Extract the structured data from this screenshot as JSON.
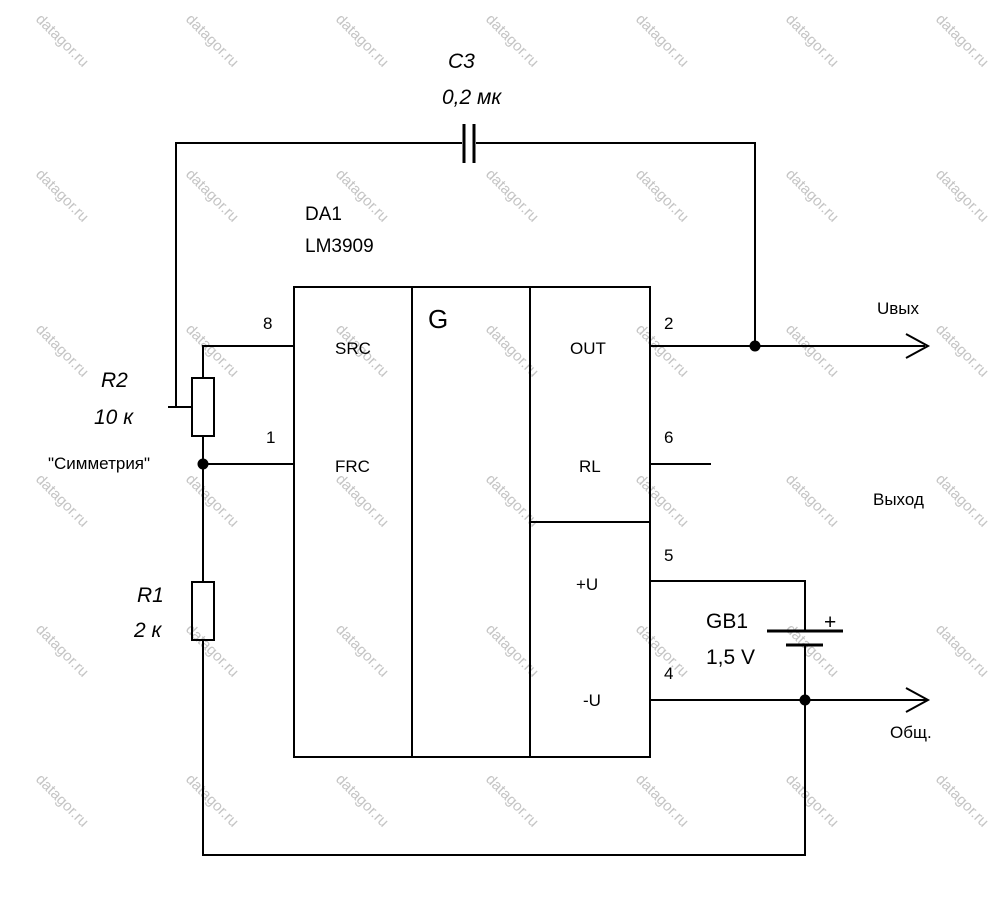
{
  "watermark": {
    "text": "datagor.ru",
    "color": "#c4c4c4"
  },
  "ic": {
    "ref": "DA1",
    "part": "LM3909",
    "center_label": "G",
    "pins": {
      "src": {
        "num": "8",
        "name": "SRC"
      },
      "frc": {
        "num": "1",
        "name": "FRC"
      },
      "out": {
        "num": "2",
        "name": "OUT"
      },
      "rl": {
        "num": "6",
        "name": "RL"
      },
      "vpos": {
        "num": "5",
        "name": "+U"
      },
      "vneg": {
        "num": "4",
        "name": "-U"
      }
    }
  },
  "components": {
    "c3": {
      "ref": "C3",
      "value": "0,2 мк"
    },
    "r2": {
      "ref": "R2",
      "value": "10 к",
      "note": "\"Симметрия\""
    },
    "r1": {
      "ref": "R1",
      "value": "2 к"
    },
    "gb1": {
      "ref": "GB1",
      "value": "1,5 V",
      "polarity": "+"
    }
  },
  "terminals": {
    "out_label": "Uвых",
    "out_desc": "Выход",
    "gnd_label": "Общ."
  }
}
